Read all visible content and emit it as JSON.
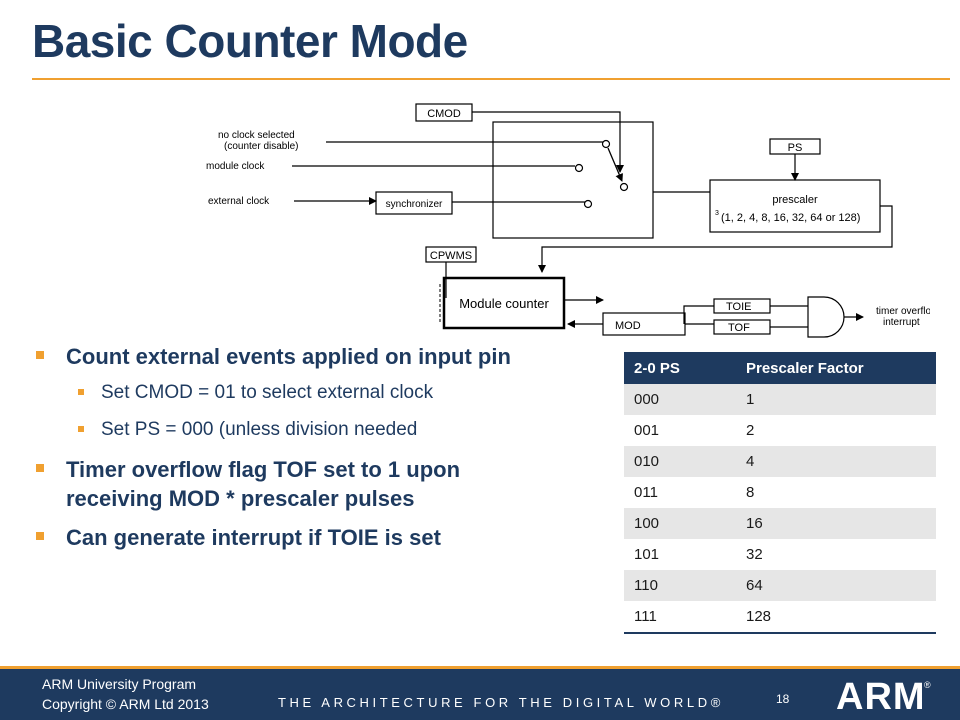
{
  "slide": {
    "title": "Basic Counter Mode"
  },
  "diagram": {
    "cmod": "CMOD",
    "no_clock_line1": "no clock selected",
    "no_clock_line2": "(counter disable)",
    "module_clock": "module clock",
    "external_clock": "external clock",
    "synchronizer": "synchronizer",
    "ps": "PS",
    "prescaler": "prescaler",
    "prescaler_sup": "3",
    "prescaler_values": "(1, 2, 4, 8, 16, 32, 64 or 128)",
    "cpwms": "CPWMS",
    "module_counter": "Module counter",
    "mod": "MOD",
    "toie": "TOIE",
    "tof": "TOF",
    "interrupt_line1": "timer overflow",
    "interrupt_line2": "interrupt"
  },
  "bullets": {
    "b1": "Count external events applied on input pin",
    "b1_sub1": "Set CMOD = 01 to select external clock",
    "b1_sub2": "Set PS = 000 (unless division needed",
    "b2": "Timer overflow flag TOF set to 1 upon receiving MOD * prescaler pulses",
    "b3": "Can generate interrupt if TOIE is set"
  },
  "table": {
    "headers": [
      "2-0 PS",
      "Prescaler Factor"
    ],
    "rows": [
      [
        "000",
        "1"
      ],
      [
        "001",
        "2"
      ],
      [
        "010",
        "4"
      ],
      [
        "011",
        "8"
      ],
      [
        "100",
        "16"
      ],
      [
        "101",
        "32"
      ],
      [
        "110",
        "64"
      ],
      [
        "111",
        "128"
      ]
    ]
  },
  "footer": {
    "program": "ARM University Program",
    "copyright": "Copyright © ARM Ltd 2013",
    "tagline": "THE ARCHITECTURE FOR THE DIGITAL WORLD®",
    "page_number": "18",
    "logo_text": "ARM",
    "logo_reg": "®"
  },
  "colors": {
    "title": "#1e3a5f",
    "accent": "#f0a030",
    "footer_bg": "#1e3a5f",
    "table_header": "#1e3a5f",
    "table_stripe": "#e6e6e6"
  }
}
